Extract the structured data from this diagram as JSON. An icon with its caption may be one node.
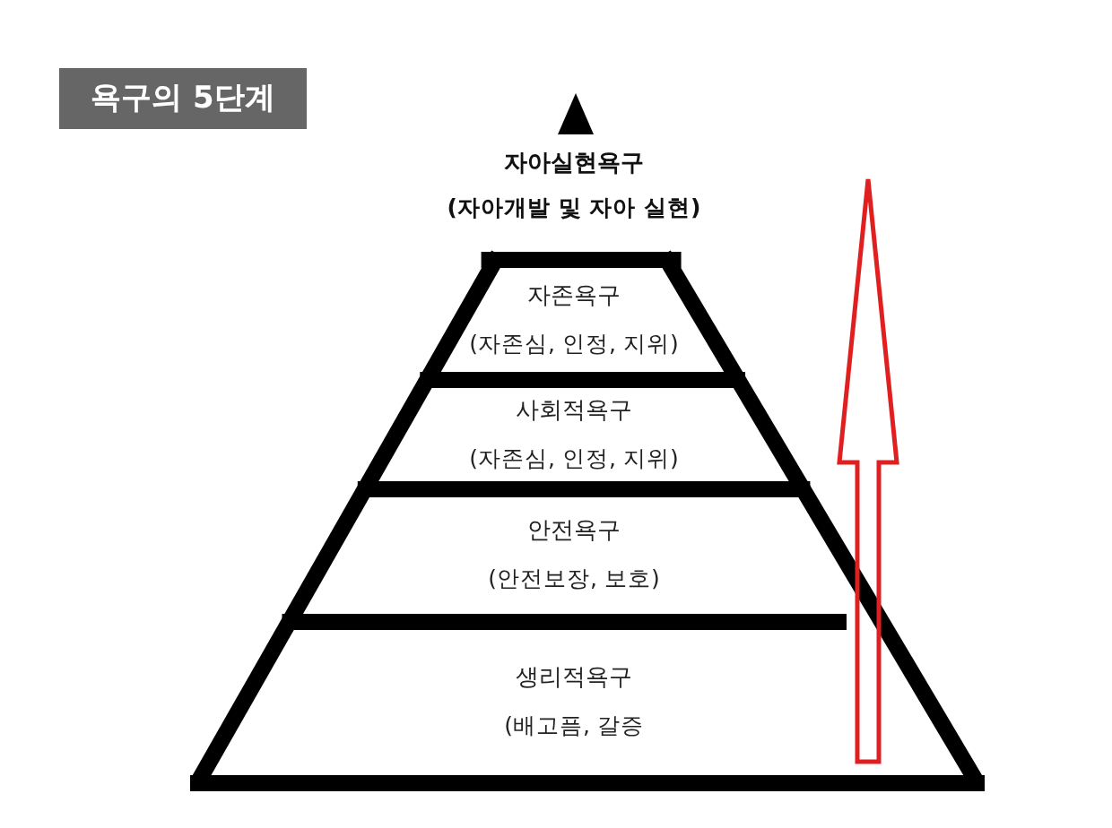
{
  "diagram": {
    "title": "욕구의 5단계",
    "nodes": [
      {
        "text": [
          "자아실현욕구",
          "(자아개발 및 자아 실현)"
        ]
      },
      {
        "text": [
          "자존욕구",
          "(자존심, 인정, 지위)"
        ]
      },
      {
        "text": [
          "사회적욕구",
          "(자존심, 인정, 지위)"
        ]
      },
      {
        "text": [
          "안전욕구",
          "(안전보장, 보호)"
        ]
      },
      {
        "text": [
          "생리적욕구",
          "(배고픔, 갈증"
        ]
      }
    ]
  }
}
